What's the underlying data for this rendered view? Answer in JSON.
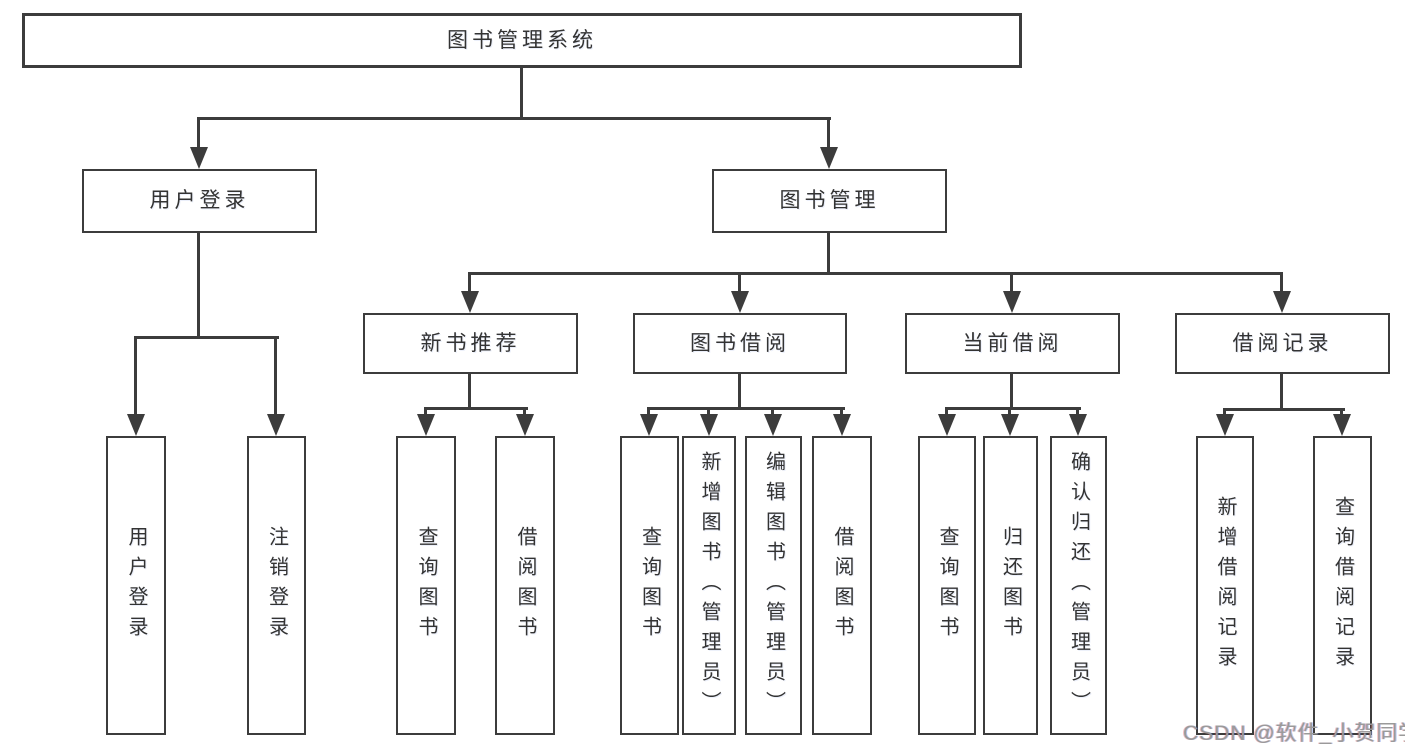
{
  "diagram_title": "图书管理系统",
  "colors": {
    "background": "#ffffff",
    "line": "#3c3c3c",
    "text": "#333333",
    "watermark": "#9a9a9a"
  },
  "nodes": {
    "root": {
      "label": "图书管理系统"
    },
    "level2": [
      {
        "label": "用户登录"
      },
      {
        "label": "图书管理"
      }
    ],
    "level3": [
      {
        "label": "新书推荐",
        "parent": "图书管理"
      },
      {
        "label": "图书借阅",
        "parent": "图书管理"
      },
      {
        "label": "当前借阅",
        "parent": "图书管理"
      },
      {
        "label": "借阅记录",
        "parent": "图书管理"
      }
    ],
    "level4": [
      {
        "label": "用户登录",
        "parent": "用户登录"
      },
      {
        "label": "注销登录",
        "parent": "用户登录"
      },
      {
        "label": "查询图书",
        "parent": "新书推荐"
      },
      {
        "label": "借阅图书",
        "parent": "新书推荐"
      },
      {
        "label": "查询图书",
        "parent": "图书借阅"
      },
      {
        "label": "新增图书（管理员）",
        "parent": "图书借阅"
      },
      {
        "label": "编辑图书（管理员）",
        "parent": "图书借阅"
      },
      {
        "label": "借阅图书",
        "parent": "图书借阅"
      },
      {
        "label": "查询图书",
        "parent": "当前借阅"
      },
      {
        "label": "归还图书",
        "parent": "当前借阅"
      },
      {
        "label": "确认归还（管理员）",
        "parent": "当前借阅"
      },
      {
        "label": "新增借阅记录",
        "parent": "借阅记录"
      },
      {
        "label": "查询借阅记录",
        "parent": "借阅记录"
      }
    ]
  },
  "watermark": "CSDN @软件_小贺同学"
}
